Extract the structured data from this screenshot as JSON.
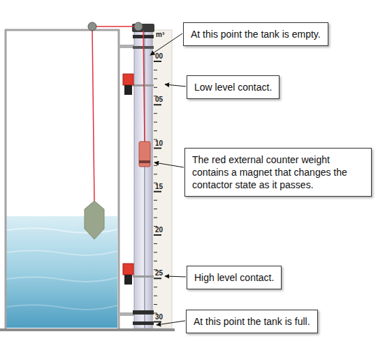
{
  "diagram": {
    "nodes": [
      {
        "text": [
          "At this point the tank is empty."
        ]
      },
      {
        "text": [
          "Low level contact."
        ]
      },
      {
        "text": [
          "The red external counter weight contains a magnet that changes the contactor state as it passes."
        ]
      },
      {
        "text": [
          "High level contact."
        ]
      },
      {
        "text": [
          "At this point the tank is full."
        ]
      }
    ],
    "labels": [
      "m³",
      "00",
      "05",
      "10",
      "15",
      "20",
      "25",
      "30"
    ]
  }
}
